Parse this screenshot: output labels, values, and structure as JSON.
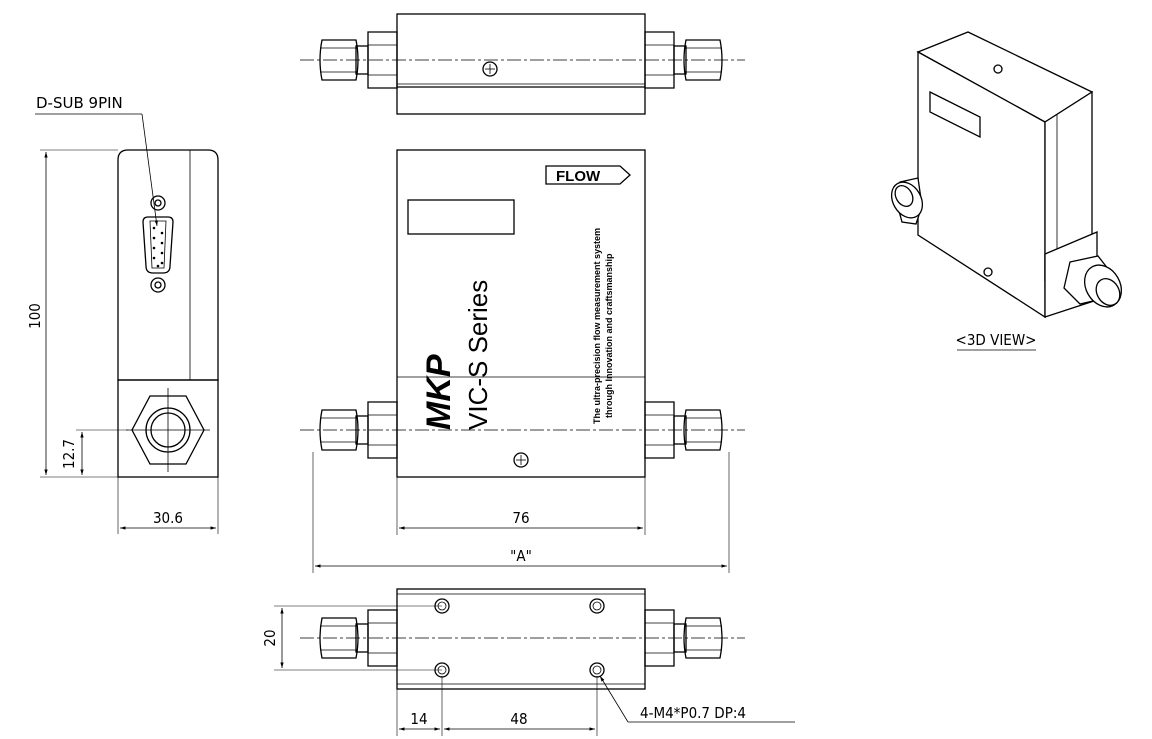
{
  "labels": {
    "connector": "D-SUB 9PIN",
    "view_3d": "<3D VIEW>",
    "flow": "FLOW",
    "brand": "MKP",
    "series": "VIC-S Series",
    "tagline_1": "The ultra-precision flow measurement system",
    "tagline_2": "through Innovation and craftsmanship",
    "holes": "4-M4*P0.7 DP:4"
  },
  "dimensions": {
    "height": "100",
    "port_height": "12.7",
    "width": "30.6",
    "body_length": "76",
    "overall_length": "\"A\"",
    "mount_width": "20",
    "hole_offset": "14",
    "hole_pitch": "48"
  }
}
